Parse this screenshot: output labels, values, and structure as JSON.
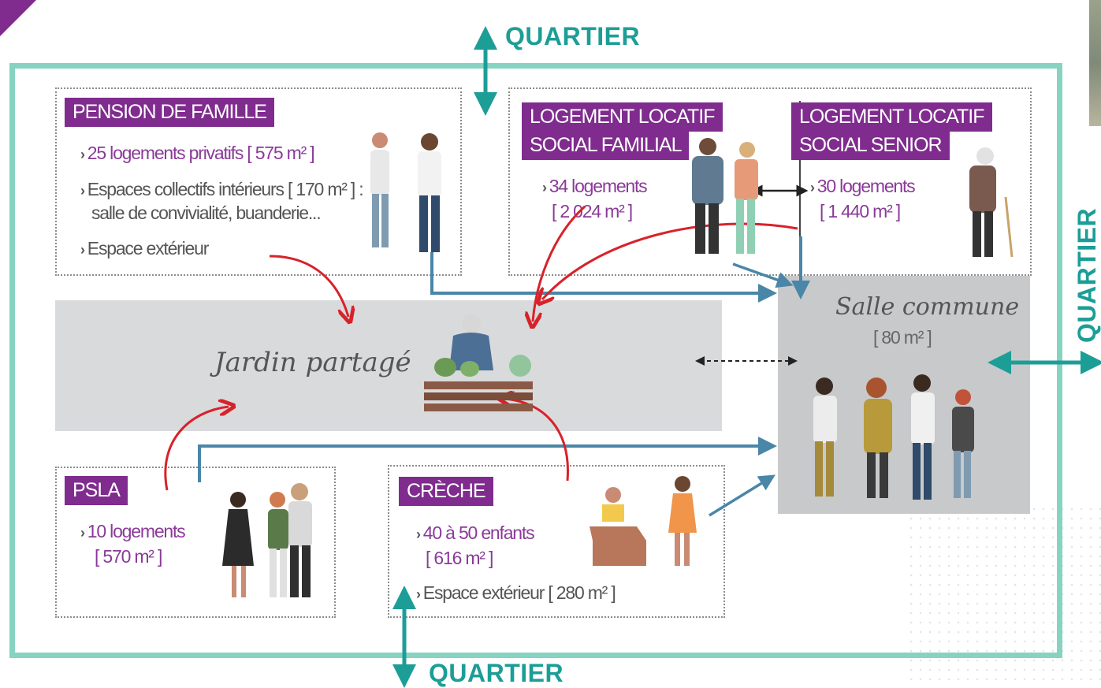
{
  "quartier_top": "QUARTIER",
  "quartier_right": "QUARTIER",
  "quartier_bottom": "QUARTIER",
  "pension": {
    "title": "PENSION DE FAMILLE",
    "items": [
      "25 logements privatifs [ 575 m² ]",
      "Espaces collectifs intérieurs [ 170 m² ] :",
      "salle de convivialité, buanderie...",
      "Espace extérieur"
    ]
  },
  "llsf": {
    "title_line1": "LOGEMENT LOCATIF",
    "title_line2": "SOCIAL FAMILIAL",
    "count": "34 logements",
    "area": "[ 2 024 m² ]"
  },
  "llss": {
    "title_line1": "LOGEMENT LOCATIF",
    "title_line2": "SOCIAL SENIOR",
    "count": "30 logements",
    "area": "[ 1 440 m² ]"
  },
  "jardin": {
    "label": "Jardin partagé"
  },
  "salle": {
    "label": "Salle commune",
    "area": "[ 80 m² ]"
  },
  "psla": {
    "title": "PSLA",
    "count": "10 logements",
    "area": "[ 570 m² ]"
  },
  "creche": {
    "title": "CRÈCHE",
    "count": "40 à 50 enfants",
    "area": "[ 616 m² ]",
    "outdoor": "Espace extérieur [ 280 m² ]"
  },
  "colors": {
    "frame": "#86d3c1",
    "tag": "#7f2c8e",
    "quartier": "#1c9e97",
    "blue_arrow": "#4a86a8",
    "red_arrow": "#d8222a"
  }
}
